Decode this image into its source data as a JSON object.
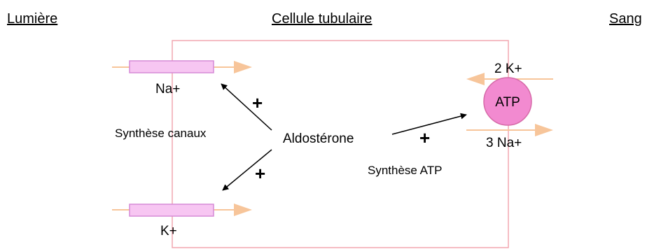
{
  "headers": {
    "lumen": "Lumière",
    "cell": "Cellule tubulaire",
    "blood": "Sang"
  },
  "labels": {
    "na_channel": "Na+",
    "k_channel": "K+",
    "synthesis_channels": "Synthèse canaux",
    "aldosterone": "Aldostérone",
    "synthesis_atp": "Synthèse ATP",
    "pump_k": "2 K+",
    "pump_na": "3 Na+",
    "atp": "ATP",
    "plus_top": "+",
    "plus_bottom": "+",
    "plus_right": "+"
  },
  "colors": {
    "cell_border": "#f2a7b0",
    "channel_fill": "#f7c6f2",
    "channel_stroke": "#d68ad6",
    "flow_arrow": "#f7c59a",
    "atp_fill": "#f28ad0",
    "atp_stroke": "#d66aa8",
    "black_arrow": "#000000"
  }
}
